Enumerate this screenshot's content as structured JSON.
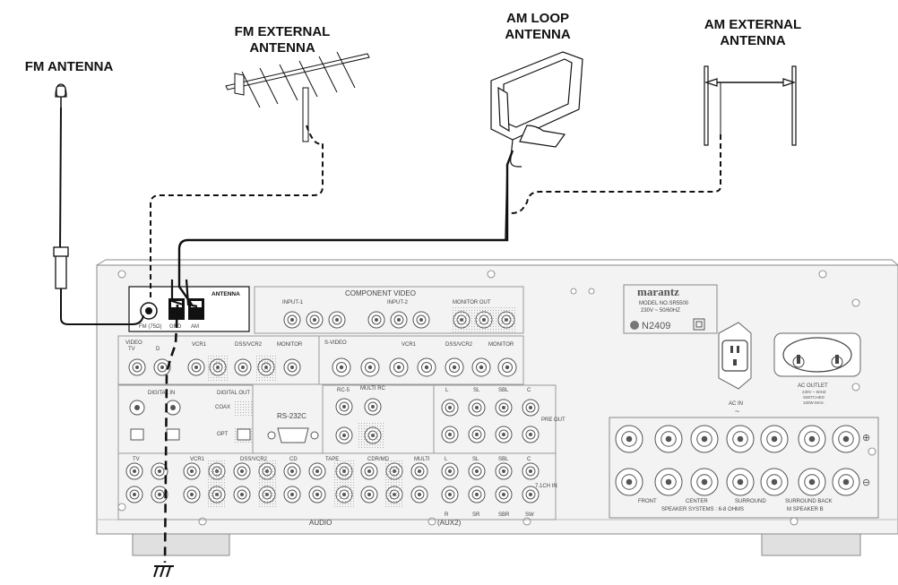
{
  "labels": {
    "fm_antenna": "FM ANTENNA",
    "fm_external_line1": "FM EXTERNAL",
    "fm_external_line2": "ANTENNA",
    "am_loop_line1": "AM LOOP",
    "am_loop_line2": "ANTENNA",
    "am_external_line1": "AM EXTERNAL",
    "am_external_line2": "ANTENNA"
  },
  "receiver": {
    "antenna_block_title": "ANTENNA",
    "fm_terminal": "FM (75Ω)",
    "gnd_terminal": "GND",
    "am_terminal": "AM",
    "component_video": "COMPONENT VIDEO",
    "input_1": "INPUT-1",
    "input_2": "INPUT-2",
    "monitor_out": "MONITOR OUT",
    "video": "VIDEO",
    "tv": "TV",
    "dvd": "D",
    "vcr1": "VCR1",
    "dss_vcr2": "DSS/VCR2",
    "monitor": "MONITOR",
    "s_video": "S-VIDEO",
    "in": "IN",
    "out": "OUT",
    "digital_in": "DIGITAL IN",
    "digital_out": "DIGITAL OUT",
    "coax": "COAX",
    "opt": "OPT",
    "rs232c": "RS-232C",
    "rc5": "RC-5",
    "multi_rc": "MULTI RC",
    "brand": "marantz",
    "model": "MODEL NO.SR5500",
    "voltage": "230V ~ 50/60HZ",
    "serial": "N2409",
    "ac_in": "AC IN",
    "ac_outlet": "AC OUTLET",
    "ac_outlet_spec": "230V ~ 50HZ",
    "switched": "SWITCHED",
    "max_w": "100W MAX.",
    "pre_out": "PRE OUT",
    "front": "FRONT",
    "center": "CENTER",
    "surround": "SURROUND",
    "surround_back": "SURROUND BACK",
    "speaker_systems": "SPEAKER SYSTEMS : 6-8 OHMS",
    "m_speaker_b": "M SPEAKER B",
    "audio": "AUDIO",
    "aux2": "(AUX2)",
    "cd": "CD",
    "tape": "TAPE",
    "cdr_md": "CDR/MD",
    "multi": "MULTI",
    "ch71": "7.1CH IN",
    "l": "L",
    "r": "R",
    "sl": "SL",
    "sr": "SR",
    "sbl": "SBL",
    "sbr": "SBR",
    "c": "C",
    "sw": "SW",
    "plus": "⊕",
    "minus": "⊖"
  },
  "colors": {
    "line": "#111111",
    "panel": "#f2f2f2",
    "panel_stroke": "#8a8a8a"
  }
}
